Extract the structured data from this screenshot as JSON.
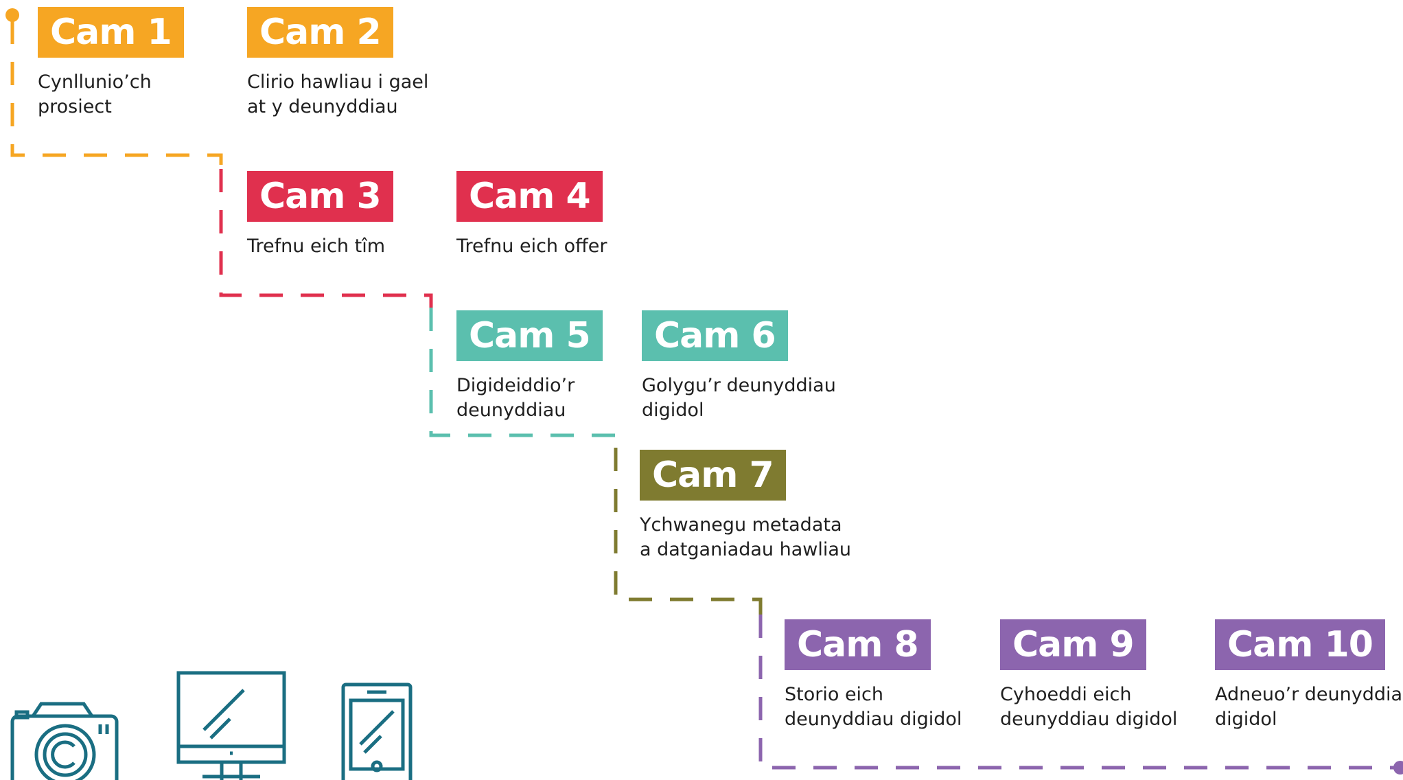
{
  "colors": {
    "orange": "#F6A623",
    "red": "#E0304E",
    "teal": "#5BBFAE",
    "olive": "#7F7B30",
    "purple": "#8C65AE",
    "icon": "#1A6E82"
  },
  "steps": [
    {
      "badge": "Cam 1",
      "line1": "Cynllunio’ch",
      "line2": "prosiect"
    },
    {
      "badge": "Cam 2",
      "line1": "Clirio hawliau i gael",
      "line2": "at y deunyddiau"
    },
    {
      "badge": "Cam 3",
      "line1": "Trefnu eich tîm",
      "line2": ""
    },
    {
      "badge": "Cam 4",
      "line1": "Trefnu eich offer",
      "line2": ""
    },
    {
      "badge": "Cam 5",
      "line1": "Digideiddio’r",
      "line2": "deunyddiau"
    },
    {
      "badge": "Cam 6",
      "line1": "Golygu’r deunyddiau",
      "line2": "digidol"
    },
    {
      "badge": "Cam 7",
      "line1": "Ychwanegu metadata",
      "line2": "a datganiadau hawliau"
    },
    {
      "badge": "Cam 8",
      "line1": "Storio eich",
      "line2": "deunyddiau digidol"
    },
    {
      "badge": "Cam 9",
      "line1": "Cyhoeddi eich",
      "line2": "deunyddiau digidol"
    },
    {
      "badge": "Cam 10",
      "line1": "Adneuo’r deunyddiau",
      "line2": "digidol"
    }
  ],
  "icons": [
    "camera-icon",
    "monitor-icon",
    "tablet-icon"
  ]
}
